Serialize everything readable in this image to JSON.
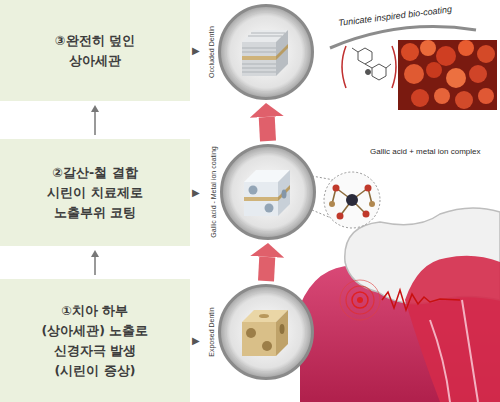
{
  "diagram": {
    "nodes": [
      {
        "text": [
          "③완전히 덮인 상아세관"
        ]
      },
      {
        "text": [
          "②갈산-철 결합 시린이 치료제로 노출부위 코팅"
        ]
      },
      {
        "text": [
          "①치아 하부(상아세관) 노출로 신경자극 발생 (시린이 증상)"
        ]
      },
      {
        "text": [
          "Occluded Dentin"
        ]
      },
      {
        "text": [
          "Gallic acid - Metal ion coating"
        ]
      },
      {
        "text": [
          "Exposed Dentin"
        ]
      }
    ],
    "edges": [
      {
        "from": 2,
        "to": 1,
        "arrow": "to"
      },
      {
        "from": 1,
        "to": 0,
        "arrow": "to"
      },
      {
        "from": 5,
        "to": 4,
        "arrow": "to"
      },
      {
        "from": 4,
        "to": 3,
        "arrow": "to"
      }
    ],
    "labels": [
      "Tunicate inspired bio-coating",
      "Gallic acid + metal ion complex",
      "▶",
      "▶",
      "▶"
    ]
  }
}
